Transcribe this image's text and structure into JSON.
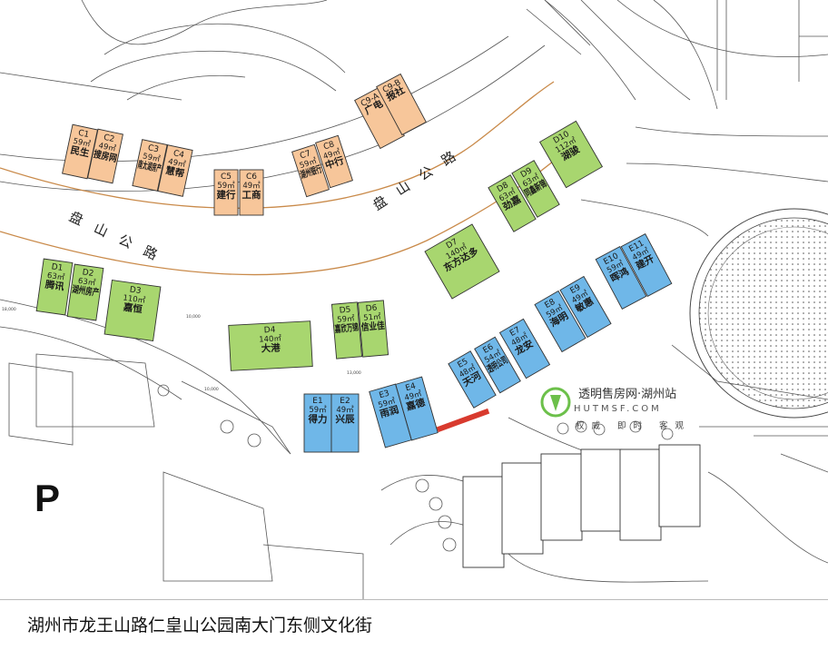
{
  "road_labels": [
    {
      "text": "盘　山　公　路"
    },
    {
      "text": "盘　山　公　路"
    }
  ],
  "dimension_marks": [
    "18,000",
    "10,000",
    "10,000",
    "13,000"
  ],
  "parking_label": "P",
  "watermark": {
    "name": "透明售房网·湖州站",
    "domain": "HUTMSF.COM",
    "slogan": "权威 即时 客观"
  },
  "caption": "湖州市龙王山路仁皇山公园南大门东侧文化街",
  "colors": {
    "orange": "#f7c69a",
    "green": "#a8d66f",
    "blue": "#6fb7e8",
    "road_line": "#c98a4a",
    "red_strip": "#d83a2e",
    "watermark_green": "#6cc04a"
  },
  "units": [
    {
      "group": "orange",
      "id": "C1",
      "area": "59㎡",
      "name": "民生"
    },
    {
      "group": "orange",
      "id": "C2",
      "area": "49㎡",
      "name": "搜房网"
    },
    {
      "group": "orange",
      "id": "C3",
      "area": "59㎡",
      "name": "南太湖房产"
    },
    {
      "group": "orange",
      "id": "C4",
      "area": "49㎡",
      "name": "慧帮"
    },
    {
      "group": "orange",
      "id": "C5",
      "area": "59㎡",
      "name": "建行"
    },
    {
      "group": "orange",
      "id": "C6",
      "area": "49㎡",
      "name": "工商"
    },
    {
      "group": "orange",
      "id": "C7",
      "area": "59㎡",
      "name": "湖州银行"
    },
    {
      "group": "orange",
      "id": "C8",
      "area": "49㎡",
      "name": "中行"
    },
    {
      "group": "orange",
      "id": "C9-A",
      "area": "",
      "name": "广电"
    },
    {
      "group": "orange",
      "id": "C9-B",
      "area": "",
      "name": "报社"
    },
    {
      "group": "green",
      "id": "D1",
      "area": "63㎡",
      "name": "腾讯"
    },
    {
      "group": "green",
      "id": "D2",
      "area": "63㎡",
      "name": "湖州房产"
    },
    {
      "group": "green",
      "id": "D3",
      "area": "110㎡",
      "name": "嘉恒"
    },
    {
      "group": "green",
      "id": "D4",
      "area": "140㎡",
      "name": "大港"
    },
    {
      "group": "green",
      "id": "D5",
      "area": "59㎡",
      "name": "嘉欣万锦"
    },
    {
      "group": "green",
      "id": "D6",
      "area": "51㎡",
      "name": "信业佳"
    },
    {
      "group": "green",
      "id": "D7",
      "area": "140㎡",
      "name": "东方达多"
    },
    {
      "group": "green",
      "id": "D8",
      "area": "63㎡",
      "name": "劲嘉"
    },
    {
      "group": "green",
      "id": "D9",
      "area": "63㎡",
      "name": "同鑫新锦"
    },
    {
      "group": "green",
      "id": "D10",
      "area": "112㎡",
      "name": "湖骏"
    },
    {
      "group": "blue",
      "id": "E1",
      "area": "59㎡",
      "name": "得力"
    },
    {
      "group": "blue",
      "id": "E2",
      "area": "49㎡",
      "name": "兴辰"
    },
    {
      "group": "blue",
      "id": "E3",
      "area": "59㎡",
      "name": "雨润"
    },
    {
      "group": "blue",
      "id": "E4",
      "area": "49㎡",
      "name": "嘉德"
    },
    {
      "group": "blue",
      "id": "E5",
      "area": "48㎡",
      "name": "天河"
    },
    {
      "group": "blue",
      "id": "E6",
      "area": "54㎡",
      "name": "透明公司"
    },
    {
      "group": "blue",
      "id": "E7",
      "area": "48㎡",
      "name": "龙安"
    },
    {
      "group": "blue",
      "id": "E8",
      "area": "59㎡",
      "name": "海明"
    },
    {
      "group": "blue",
      "id": "E9",
      "area": "49㎡",
      "name": "敏惠"
    },
    {
      "group": "blue",
      "id": "E10",
      "area": "59㎡",
      "name": "晖鸿"
    },
    {
      "group": "blue",
      "id": "E11",
      "area": "49㎡",
      "name": "建开"
    }
  ]
}
